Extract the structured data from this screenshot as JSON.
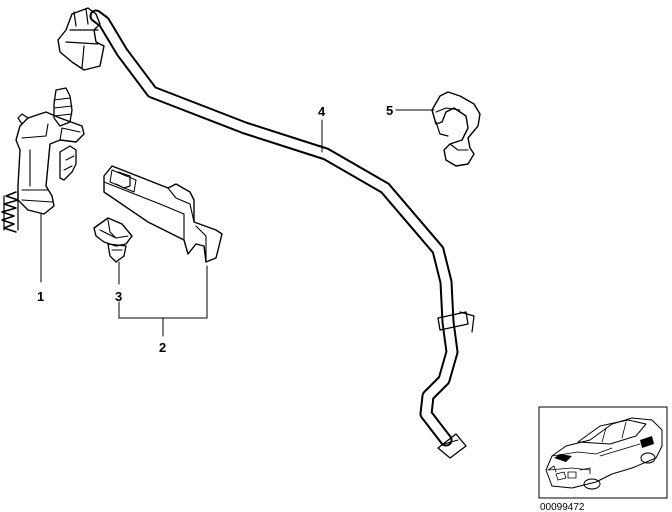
{
  "callouts": {
    "c1": "1",
    "c2": "2",
    "c3": "3",
    "c4": "4",
    "c5": "5"
  },
  "reference_number": "00099472",
  "parts": [
    {
      "id": "1",
      "icon": "valve-icon"
    },
    {
      "id": "2",
      "icon": "bracket-icon"
    },
    {
      "id": "3",
      "icon": "clip-icon"
    },
    {
      "id": "4",
      "icon": "hose-icon"
    },
    {
      "id": "5",
      "icon": "hose-clamp-icon"
    }
  ],
  "colors": {
    "ink": "#000000",
    "background": "#ffffff"
  }
}
